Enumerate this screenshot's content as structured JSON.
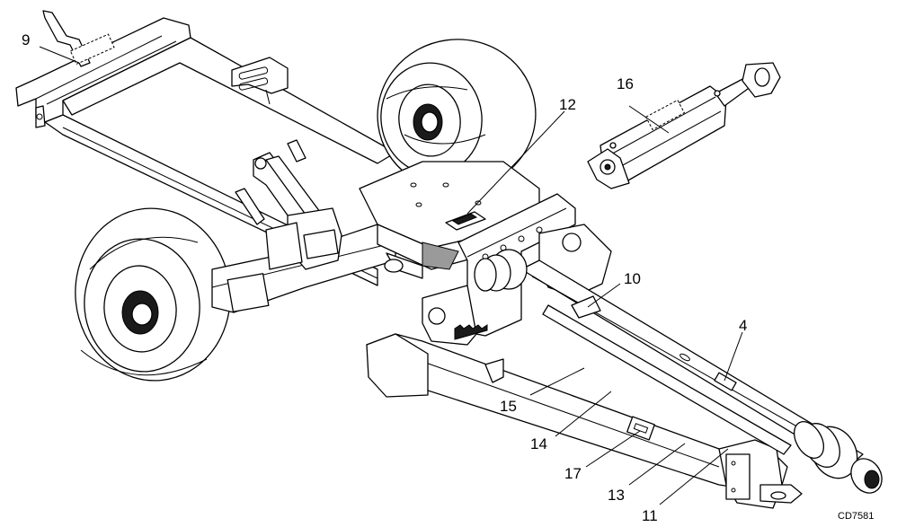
{
  "drawing_code": "CD7581",
  "callouts": {
    "c4": "4",
    "c9": "9",
    "c10": "10",
    "c11": "11",
    "c12": "12",
    "c13": "13",
    "c14": "14",
    "c15": "15",
    "c16": "16",
    "c17": "17"
  }
}
